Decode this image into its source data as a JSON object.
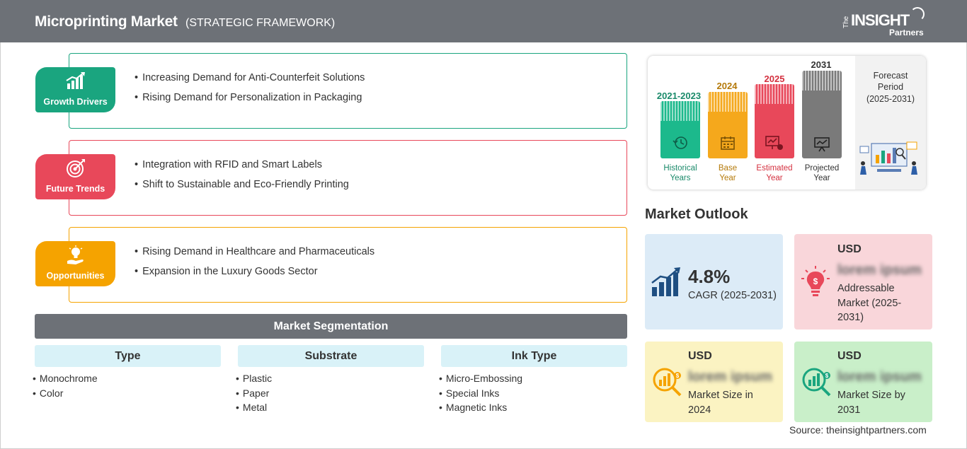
{
  "header": {
    "title": "Microprinting Market",
    "subtitle": "(STRATEGIC FRAMEWORK)",
    "logo": {
      "the": "The",
      "insight": "INSIGHT",
      "partners": "Partners"
    }
  },
  "framework": [
    {
      "label": "Growth Drivers",
      "color": "#1aa57f",
      "icon": "growth-chart-icon",
      "items": [
        "Increasing Demand for Anti-Counterfeit Solutions",
        "Rising Demand for Personalization in Packaging"
      ]
    },
    {
      "label": "Future Trends",
      "color": "#e8485a",
      "icon": "target-icon",
      "items": [
        "Integration with RFID and Smart Labels",
        "Shift to Sustainable and Eco-Friendly Printing"
      ]
    },
    {
      "label": "Opportunities",
      "color": "#f5a300",
      "icon": "lightbulb-hand-icon",
      "items": [
        "Rising Demand in Healthcare and Pharmaceuticals",
        "Expansion in the Luxury Goods Sector"
      ]
    }
  ],
  "segmentation": {
    "title": "Market Segmentation",
    "columns": [
      {
        "header": "Type",
        "items": [
          "Monochrome",
          "Color"
        ]
      },
      {
        "header": "Substrate",
        "items": [
          "Plastic",
          "Paper",
          "Metal"
        ]
      },
      {
        "header": "Ink Type",
        "items": [
          "Micro-Embossing",
          "Special Inks",
          "Magnetic Inks"
        ]
      }
    ]
  },
  "timeline": {
    "bars": [
      {
        "year": "2021-2023",
        "label_line1": "Historical",
        "label_line2": "Years",
        "color": "#1cb98c",
        "year_color": "#1a8a6a",
        "label_color": "#1a8a6a",
        "icon": "history-clock-icon"
      },
      {
        "year": "2024",
        "label_line1": "Base",
        "label_line2": "Year",
        "color": "#f5a81c",
        "year_color": "#b57a0a",
        "label_color": "#b57a0a",
        "icon": "calendar-icon"
      },
      {
        "year": "2025",
        "label_line1": "Estimated",
        "label_line2": "Year",
        "color": "#e8485a",
        "year_color": "#d4303f",
        "label_color": "#d4303f",
        "icon": "estimate-screen-icon"
      },
      {
        "year": "2031",
        "label_line1": "Projected",
        "label_line2": "Year",
        "color": "#7a7a7a",
        "year_color": "#333333",
        "label_color": "#333333",
        "icon": "presentation-board-icon"
      }
    ],
    "forecast_line1": "Forecast",
    "forecast_line2": "Period",
    "forecast_line3": "(2025-2031)"
  },
  "outlook": {
    "title": "Market Outlook",
    "cagr": {
      "value": "4.8%",
      "label": "CAGR (2025-2031)",
      "bg": "#dcebf7"
    },
    "addressable": {
      "usd": "USD",
      "value": "lorem ipsum",
      "line1": "Addressable",
      "line2": "Market (2025-",
      "line3": "2031)",
      "bg": "#f9d6da"
    },
    "size2024": {
      "usd": "USD",
      "value": "lorem ipsum",
      "line1": "Market Size in",
      "line2": "2024",
      "bg": "#fbf3c2"
    },
    "size2031": {
      "usd": "USD",
      "value": "lorem ipsum",
      "line1": "Market Size by",
      "line2": "2031",
      "bg": "#c9efc9"
    }
  },
  "source": "Source: theinsightpartners.com"
}
